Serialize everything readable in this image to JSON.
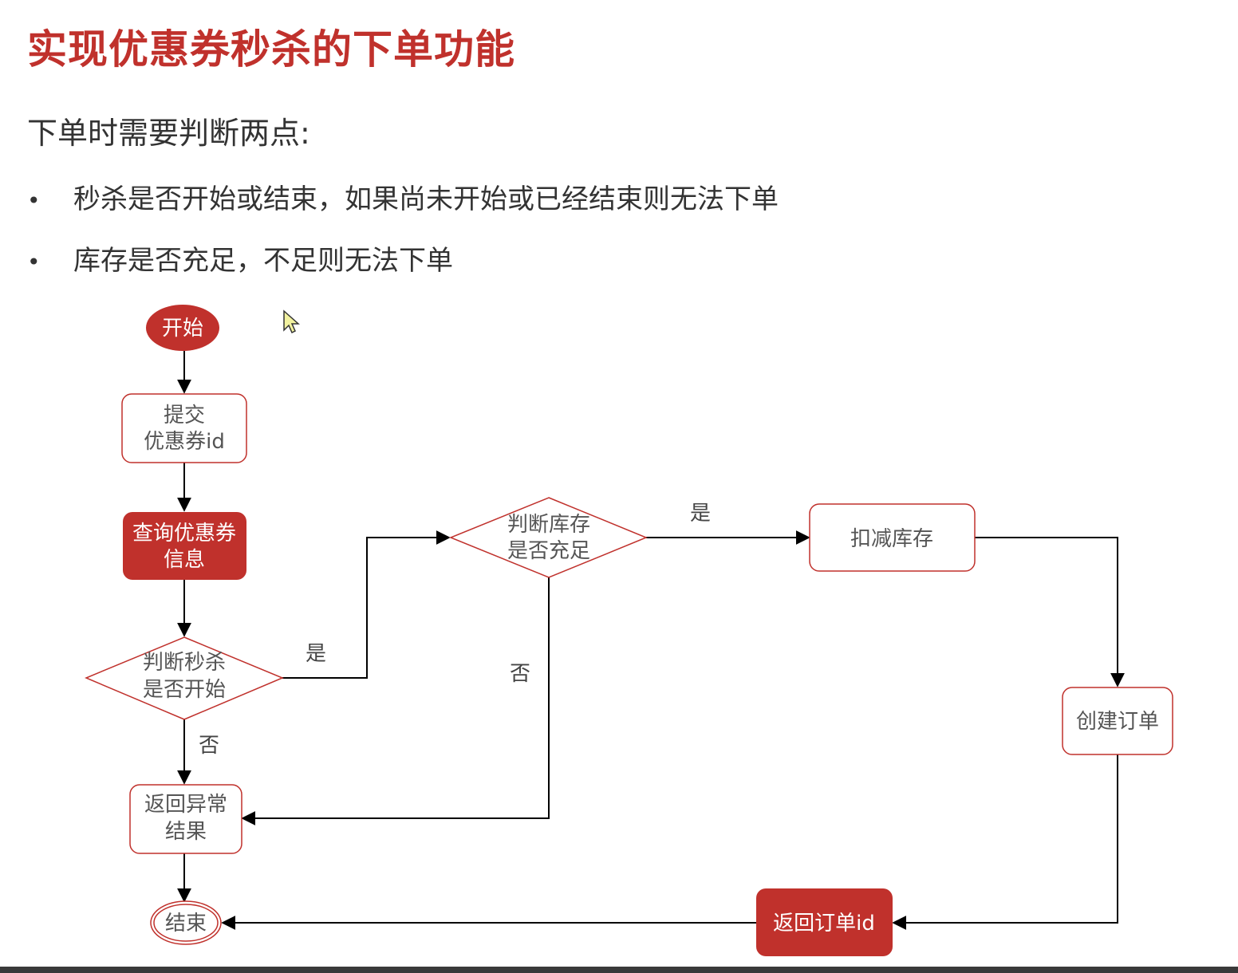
{
  "title": "实现优惠券秒杀的下单功能",
  "subtitle": "下单时需要判断两点:",
  "bullets": [
    "秒杀是否开始或结束，如果尚未开始或已经结束则无法下单",
    "库存是否充足，不足则无法下单"
  ],
  "bullet_symbol": "•",
  "colors": {
    "accent": "#c0312c",
    "node_border": "#c0312c",
    "text": "#333333"
  },
  "flow": {
    "nodes": {
      "start": [
        "开始"
      ],
      "submit": [
        "提交",
        "优惠券id"
      ],
      "query": [
        "查询优惠券",
        "信息"
      ],
      "check_time": [
        "判断秒杀",
        "是否开始"
      ],
      "check_stock": [
        "判断库存",
        "是否充足"
      ],
      "deduct": [
        "扣减库存"
      ],
      "create": [
        "创建订单"
      ],
      "return_id": [
        "返回订单id"
      ],
      "error": [
        "返回异常",
        "结果"
      ],
      "end": [
        "结束"
      ]
    },
    "edge_labels": {
      "time_yes": "是",
      "time_no": "否",
      "stock_yes": "是",
      "stock_no": "否"
    }
  }
}
